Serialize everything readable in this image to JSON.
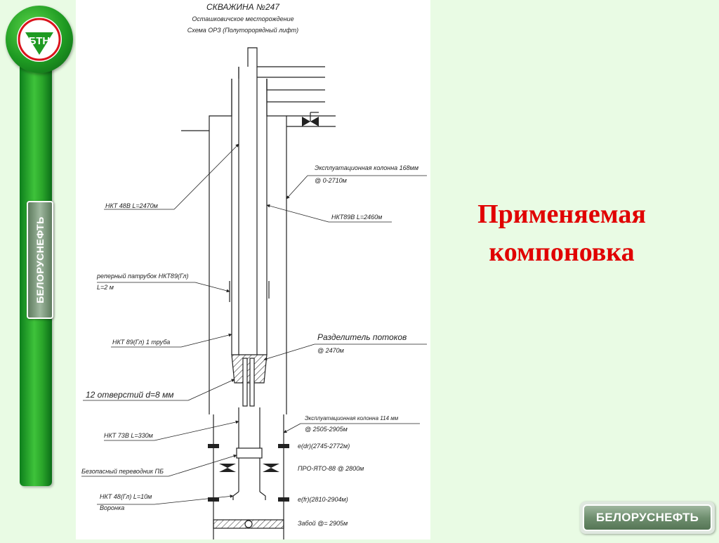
{
  "logo": {
    "icon": "btn-emblem-icon",
    "letters": "БТН"
  },
  "side_badge": {
    "label": "БЕЛОРУСНЕФТЬ"
  },
  "drawing": {
    "title": "СКВАЖИНА №247",
    "subtitle1": "Осташковичское месторождение",
    "subtitle2": "Схема ОРЗ (Полуторорядный лифт)",
    "labels": {
      "nkt48": "НКТ 48В L=2470м",
      "col168_1": "Эксплуатационная колонна 168мм",
      "col168_2": "@ 0-2710м",
      "nkt89b": "НКТ89В L=2460м",
      "reper1": "реперный патрубок НКТ89(Гл)",
      "reper2": "L=2 м",
      "nkt89gl": "НКТ 89(Гл)  1 труба",
      "sep1": "Разделитель потоков",
      "sep2": "@ 2470м",
      "holes": "12 отверстий d=8 мм",
      "col114_1": "Эксплуатационная колонна 114 мм",
      "col114_2": "@ 2505-2905м",
      "nkt73": "НКТ 73В L=330м",
      "perf1": "e(dr)(2745-2772м)",
      "safety": "Безопасный переводник ПБ",
      "packer": "ПРО-ЯТО-88 @ 2800м",
      "nkt48gl1": "НКТ 48(Гл) L=10м",
      "nkt48gl2": "Воронка",
      "perf2": "e(fr)(2810-2904м)",
      "bottom": "Забой @= 2905м"
    }
  },
  "slide_title": {
    "line1": "Применяемая",
    "line2": "компоновка"
  },
  "brand_button": {
    "label": "БЕЛОРУСНЕФТЬ"
  },
  "colors": {
    "title_red": "#e00000",
    "green": "#2aa52a",
    "background": "#e9fbe4"
  }
}
